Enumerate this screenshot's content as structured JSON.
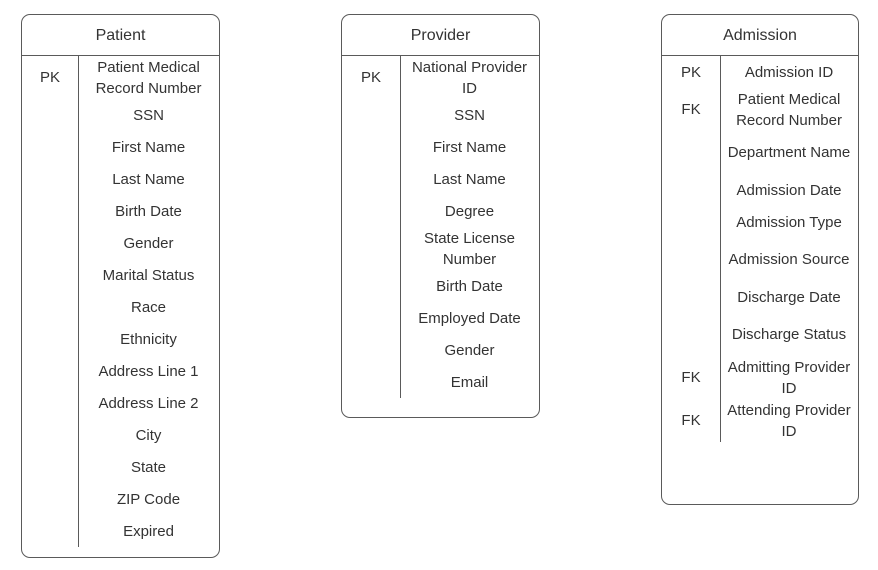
{
  "diagram": {
    "title": "",
    "background_color": "#ffffff",
    "border_color": "#5a5a5a",
    "text_color": "#333333",
    "entities": [
      {
        "id": "patient",
        "name": "Patient",
        "attributes": [
          {
            "key": "PK",
            "name": "Patient Medical Record Number",
            "lines": 2
          },
          {
            "key": "",
            "name": "SSN",
            "lines": 1
          },
          {
            "key": "",
            "name": "First Name",
            "lines": 1
          },
          {
            "key": "",
            "name": "Last Name",
            "lines": 1
          },
          {
            "key": "",
            "name": "Birth Date",
            "lines": 1
          },
          {
            "key": "",
            "name": "Gender",
            "lines": 1
          },
          {
            "key": "",
            "name": "Marital Status",
            "lines": 1
          },
          {
            "key": "",
            "name": "Race",
            "lines": 1
          },
          {
            "key": "",
            "name": "Ethnicity",
            "lines": 1
          },
          {
            "key": "",
            "name": "Address Line 1",
            "lines": 1
          },
          {
            "key": "",
            "name": "Address Line 2",
            "lines": 1
          },
          {
            "key": "",
            "name": "City",
            "lines": 1
          },
          {
            "key": "",
            "name": "State",
            "lines": 1
          },
          {
            "key": "",
            "name": "ZIP Code",
            "lines": 1
          },
          {
            "key": "",
            "name": "Expired",
            "lines": 1
          }
        ]
      },
      {
        "id": "provider",
        "name": "Provider",
        "attributes": [
          {
            "key": "PK",
            "name": "National Provider ID",
            "lines": 2
          },
          {
            "key": "",
            "name": "SSN",
            "lines": 1
          },
          {
            "key": "",
            "name": "First Name",
            "lines": 1
          },
          {
            "key": "",
            "name": "Last Name",
            "lines": 1
          },
          {
            "key": "",
            "name": "Degree",
            "lines": 1
          },
          {
            "key": "",
            "name": "State License Number",
            "lines": 2
          },
          {
            "key": "",
            "name": "Birth Date",
            "lines": 1
          },
          {
            "key": "",
            "name": "Employed Date",
            "lines": 1
          },
          {
            "key": "",
            "name": "Gender",
            "lines": 1
          },
          {
            "key": "",
            "name": "Email",
            "lines": 1
          }
        ]
      },
      {
        "id": "admission",
        "name": "Admission",
        "attributes": [
          {
            "key": "PK",
            "name": "Admission ID",
            "lines": 1
          },
          {
            "key": "FK",
            "name": "Patient Medical Record Number",
            "lines": 2
          },
          {
            "key": "",
            "name": "Department Name",
            "lines": 2
          },
          {
            "key": "",
            "name": "Admission Date",
            "lines": 1
          },
          {
            "key": "",
            "name": "Admission Type",
            "lines": 1
          },
          {
            "key": "",
            "name": "Admission Source",
            "lines": 2
          },
          {
            "key": "",
            "name": "Discharge Date",
            "lines": 1
          },
          {
            "key": "",
            "name": "Discharge Status",
            "lines": 2
          },
          {
            "key": "FK",
            "name": "Admitting Provider ID",
            "lines": 2
          },
          {
            "key": "FK",
            "name": "Attending Provider ID",
            "lines": 2
          }
        ]
      }
    ]
  }
}
